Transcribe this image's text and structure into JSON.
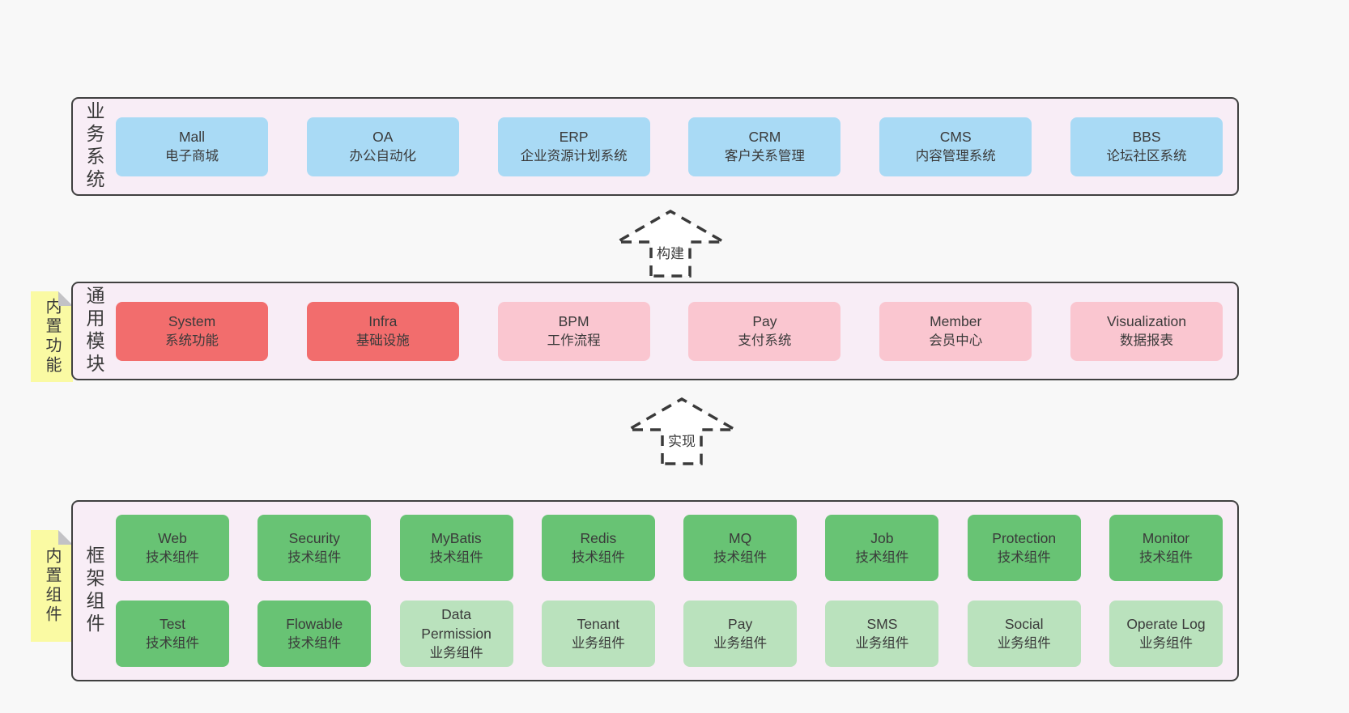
{
  "sections": {
    "business": {
      "label": "业务系统",
      "boxes": [
        {
          "en": "Mall",
          "zh": "电子商城"
        },
        {
          "en": "OA",
          "zh": "办公自动化"
        },
        {
          "en": "ERP",
          "zh": "企业资源计划系统"
        },
        {
          "en": "CRM",
          "zh": "客户关系管理"
        },
        {
          "en": "CMS",
          "zh": "内容管理系统"
        },
        {
          "en": "BBS",
          "zh": "论坛社区系统"
        }
      ]
    },
    "modules": {
      "label": "通用模块",
      "note": "内置功能",
      "boxes": [
        {
          "en": "System",
          "zh": "系统功能",
          "variant": "red"
        },
        {
          "en": "Infra",
          "zh": "基础设施",
          "variant": "red"
        },
        {
          "en": "BPM",
          "zh": "工作流程",
          "variant": "pink"
        },
        {
          "en": "Pay",
          "zh": "支付系统",
          "variant": "pink"
        },
        {
          "en": "Member",
          "zh": "会员中心",
          "variant": "pink"
        },
        {
          "en": "Visualization",
          "zh": "数据报表",
          "variant": "pink"
        }
      ]
    },
    "components": {
      "label": "框架组件",
      "note": "内置组件",
      "row1": [
        {
          "en": "Web",
          "zh": "技术组件",
          "variant": "green"
        },
        {
          "en": "Security",
          "zh": "技术组件",
          "variant": "green"
        },
        {
          "en": "MyBatis",
          "zh": "技术组件",
          "variant": "green"
        },
        {
          "en": "Redis",
          "zh": "技术组件",
          "variant": "green"
        },
        {
          "en": "MQ",
          "zh": "技术组件",
          "variant": "green"
        },
        {
          "en": "Job",
          "zh": "技术组件",
          "variant": "green"
        },
        {
          "en": "Protection",
          "zh": "技术组件",
          "variant": "green"
        },
        {
          "en": "Monitor",
          "zh": "技术组件",
          "variant": "green"
        }
      ],
      "row2": [
        {
          "en": "Test",
          "zh": "技术组件",
          "variant": "green"
        },
        {
          "en": "Flowable",
          "zh": "技术组件",
          "variant": "green"
        },
        {
          "en": "Data Permission",
          "zh": "业务组件",
          "variant": "lightgreen"
        },
        {
          "en": "Tenant",
          "zh": "业务组件",
          "variant": "lightgreen"
        },
        {
          "en": "Pay",
          "zh": "业务组件",
          "variant": "lightgreen"
        },
        {
          "en": "SMS",
          "zh": "业务组件",
          "variant": "lightgreen"
        },
        {
          "en": "Social",
          "zh": "业务组件",
          "variant": "lightgreen"
        },
        {
          "en": "Operate Log",
          "zh": "业务组件",
          "variant": "lightgreen"
        }
      ]
    }
  },
  "arrows": {
    "build": "构建",
    "implement": "实现"
  },
  "colors": {
    "page_bg": "#f8f8f8",
    "section_bg": "#f8edf6",
    "section_border": "#404040",
    "blue_box": "#a9daf5",
    "red_box": "#f26d6d",
    "pink_box": "#fac6d0",
    "green_box": "#68c374",
    "lightgreen_box": "#bae2bd",
    "note_bg": "#fafaa3",
    "note_fold": "#c3c3c6",
    "text": "#3a3a3a"
  }
}
